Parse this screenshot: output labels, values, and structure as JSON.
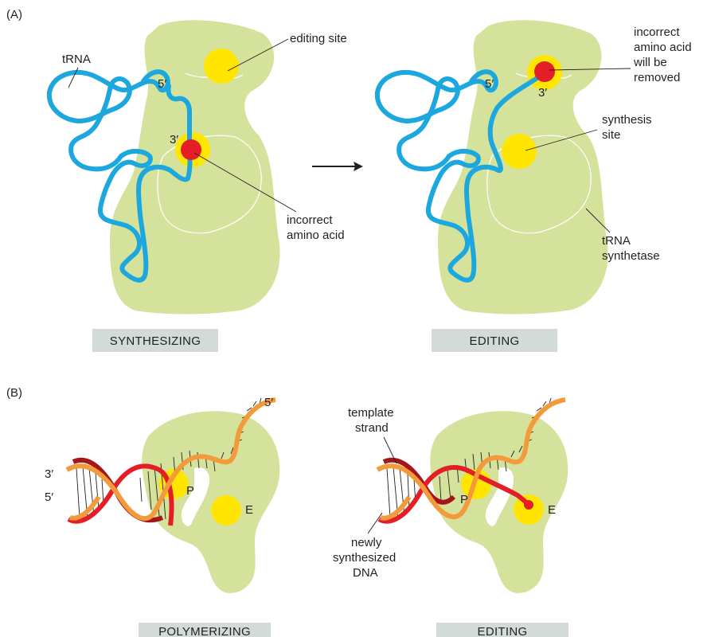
{
  "panel_a": {
    "label": "(A)",
    "left": {
      "trna": "tRNA",
      "five_prime": "5′",
      "three_prime": "3′",
      "editing_site": "editing site",
      "incorrect_line1": "incorrect",
      "incorrect_line2": "amino acid",
      "state": "SYNTHESIZING"
    },
    "right": {
      "five_prime": "5′",
      "three_prime": "3′",
      "removed_line1": "incorrect",
      "removed_line2": "amino acid",
      "removed_line3": "will be",
      "removed_line4": "removed",
      "synthesis_line1": "synthesis",
      "synthesis_line2": "site",
      "synthetase_line1": "tRNA",
      "synthetase_line2": "synthetase",
      "state": "EDITING"
    }
  },
  "panel_b": {
    "label": "(B)",
    "left": {
      "three_prime": "3′",
      "five_prime_left": "5′",
      "five_prime_top": "5′",
      "p_site": "P",
      "e_site": "E",
      "state": "POLYMERIZING"
    },
    "right": {
      "template_line1": "template",
      "template_line2": "strand",
      "newly_line1": "newly",
      "newly_line2": "synthesized",
      "newly_line3": "DNA",
      "p_site": "P",
      "e_site": "E",
      "state": "EDITING"
    }
  },
  "colors": {
    "enzyme": "#d5e29c",
    "site": "#ffe500",
    "amino_acid": "#e41e26",
    "trna": "#1ca7de",
    "template_strand": "#f39a3a",
    "new_strand_dark": "#a4161a",
    "new_strand": "#e41e26",
    "label_box": "#d3dbd8"
  }
}
